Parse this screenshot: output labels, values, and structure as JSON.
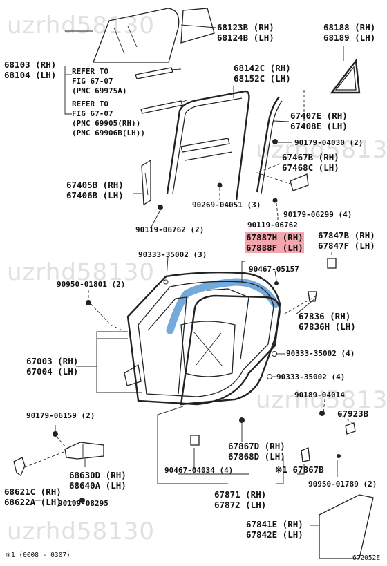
{
  "labels": {
    "p68123": [
      "68123B (RH)",
      "68124B (LH)"
    ],
    "p68188": [
      "68188 (RH)",
      "68189 (LH)"
    ],
    "p68103": [
      "68103 (RH)",
      "68104 (LH)"
    ],
    "ref1": [
      "REFER TO",
      "FIG 67-07",
      "(PNC 69975A)"
    ],
    "ref2": [
      "REFER TO",
      "FIG 67-07",
      "(PNC 69905(RH))",
      "(PNC 69906B(LH))"
    ],
    "p68142": [
      "68142C (RH)",
      "68152C (LH)"
    ],
    "p67407": [
      "67407E (RH)",
      "67408E (LH)"
    ],
    "p90179a": "90179-04030 (2)",
    "p67467": [
      "67467B (RH)",
      "67468C (LH)"
    ],
    "p67405": [
      "67405B (RH)",
      "67406B (LH)"
    ],
    "p90269": "90269-04051 (3)",
    "p90179b": "90179-06299 (4)",
    "p90119a": "90119-06762 (2)",
    "p90119b": "90119-06762",
    "p67887": [
      "67887H (RH)",
      "67888F (LH)"
    ],
    "p67847": [
      "67847B (RH)",
      "67847F (LH)"
    ],
    "p90333a": "90333-35002 (3)",
    "p90467a": "90467-05157",
    "p90950a": "90950-01801 (2)",
    "p67836": [
      "67836 (RH)",
      "67836H (LH)"
    ],
    "p90333b": "90333-35002 (4)",
    "p90333c": "90333-35002 (4)",
    "p67003": [
      "67003 (RH)",
      "67004 (LH)"
    ],
    "p90189": "90189-04014",
    "p67923": "67923B",
    "p90179c": "90179-06159 (2)",
    "p67867": [
      "67867D (RH)",
      "67868D (LH)"
    ],
    "p68630": [
      "68630D (RH)",
      "68640A (LH)"
    ],
    "p90467b": "90467-04034 (4)",
    "p67867b": "※1 67867B",
    "p90950b": "90950-01789 (2)",
    "p68621": [
      "68621C (RH)",
      "68622A (LH)"
    ],
    "p67871": [
      "67871 (RH)",
      "67872 (LH)"
    ],
    "p90109": "90109-08295",
    "p67841": [
      "67841E (RH)",
      "67842E (LH)"
    ],
    "footnote": "※1 (0008 - 0307)",
    "figure_code": "672052E"
  },
  "watermark": "uzrhd58130",
  "colors": {
    "highlight_fill": "#f2a6ad",
    "highlight_path": "#5b9bd5",
    "ink": "#222222"
  }
}
